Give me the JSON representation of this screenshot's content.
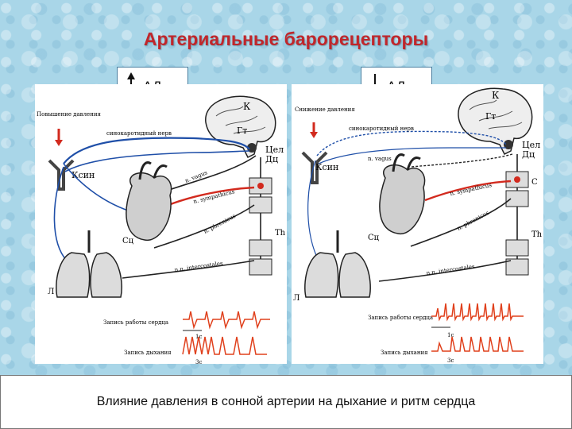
{
  "title": "Артериальные барорецепторы",
  "left_indicator": {
    "label": "АД",
    "arrow": "up-arrow-icon"
  },
  "right_indicator": {
    "label": "АД",
    "arrow": "down-arrow-icon"
  },
  "left_panel": {
    "stimulus": "Повышение давления",
    "nerve": "синокаротидный нерв",
    "labels": {
      "cortex": "К",
      "hypothalamus": "Гт",
      "center": "Цел",
      "brainstem": "Дц",
      "sinus": "Ксин",
      "vagus": "n. vagus",
      "sympathicus": "n. sympathicus",
      "phrenicus": "n. phrenicus",
      "intercostales": "n.n. intercostales",
      "heart": "Сц",
      "lungs": "Л",
      "thoracic": "Th"
    },
    "record_heart": "Запись работы сердца",
    "record_breath": "Запись дыхания",
    "time_mark": "1с",
    "time_mark2": "3с"
  },
  "right_panel": {
    "stimulus": "Снижение давления",
    "nerve": "синокаротидный нерв",
    "labels": {
      "cortex": "К",
      "hypothalamus": "Гт",
      "center": "Цел",
      "brainstem": "Дц",
      "sinus": "Ксин",
      "vagus": "n. vagus",
      "sympathicus": "n. sympathicus",
      "phrenicus": "n. phrenicus",
      "intercostales": "n.n. intercostales",
      "heart": "Сц",
      "lungs": "Л",
      "cervical": "С",
      "thoracic": "Th"
    },
    "record_heart": "Запись работы сердца",
    "record_breath": "Запись дыхания",
    "time_mark": "1с",
    "time_mark2": "3с"
  },
  "caption": "Влияние давления в сонной артерии на дыхание и ритм сердца",
  "colors": {
    "title": "#c0262b",
    "nerve_blue": "#1f4fa8",
    "nerve_red": "#d22a1e",
    "tracing": "#e0401c",
    "background": "#a9d6e8"
  }
}
